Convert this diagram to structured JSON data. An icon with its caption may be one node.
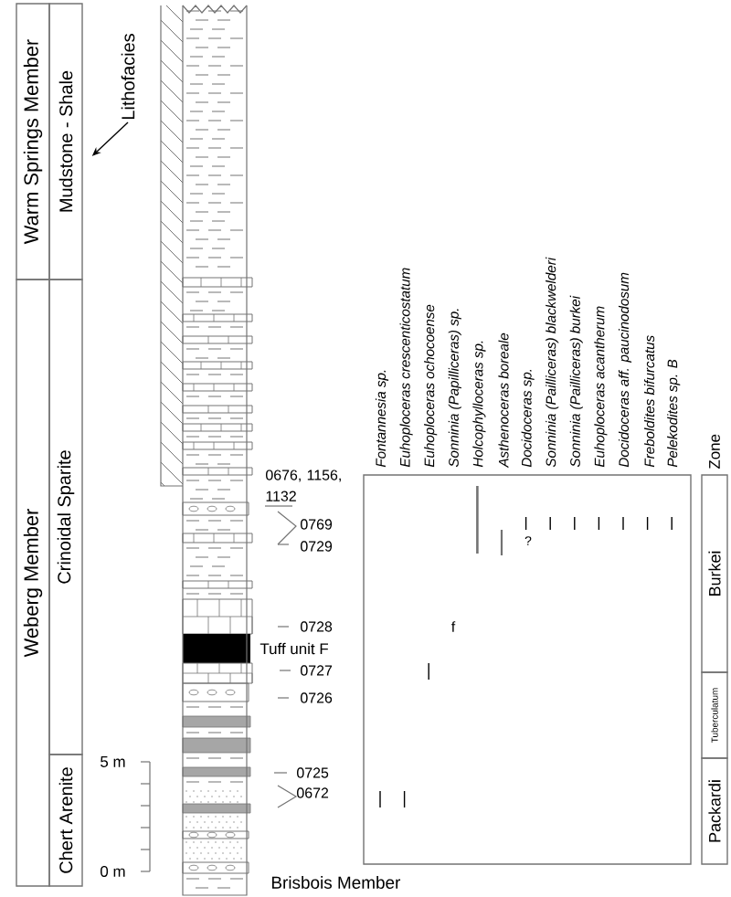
{
  "diagram": {
    "nodes": [
      {
        "text": [
          "Warm Springs Member"
        ]
      },
      {
        "text": [
          "Mudstone - Shale"
        ]
      },
      {
        "text": [
          "Weberg Member"
        ]
      },
      {
        "text": [
          "Crinoidal Sparite"
        ]
      },
      {
        "text": [
          "Chert Arenite"
        ]
      },
      {
        "text": [
          "Lithofacies"
        ]
      },
      {
        "text": [
          "Burkei"
        ]
      },
      {
        "text": [
          "Tuberculatum"
        ]
      },
      {
        "text": [
          "Packardi"
        ]
      }
    ],
    "edges": [
      {
        "from": 5,
        "to": 1,
        "arrow": "to"
      }
    ],
    "labels": [
      "0676, 1156, 1132",
      "0769",
      "0729",
      "0728",
      "Tuff unit F",
      "0727",
      "0726",
      "5 m",
      "0725",
      "0672",
      "0 m",
      "Brisbois Member",
      "Fontannesia sp.",
      "Euhoploceras crescenticostatum",
      "Euhoploceras ochocoense",
      "Sonninia (Papilliceras) sp.",
      "Holcophylloceras sp.",
      "Asthenoceras boreale",
      "Docidoceras sp.",
      "Sonninia (Pailliceras) blackwelderi",
      "Sonninia (Pailliceras) burkei",
      "Euhoploceras acantherum",
      "Docidoceras aff. paucinodosum",
      "Freboldites bifurcatus",
      "Pelekodites sp. B",
      "Zone",
      "?",
      "f"
    ]
  }
}
